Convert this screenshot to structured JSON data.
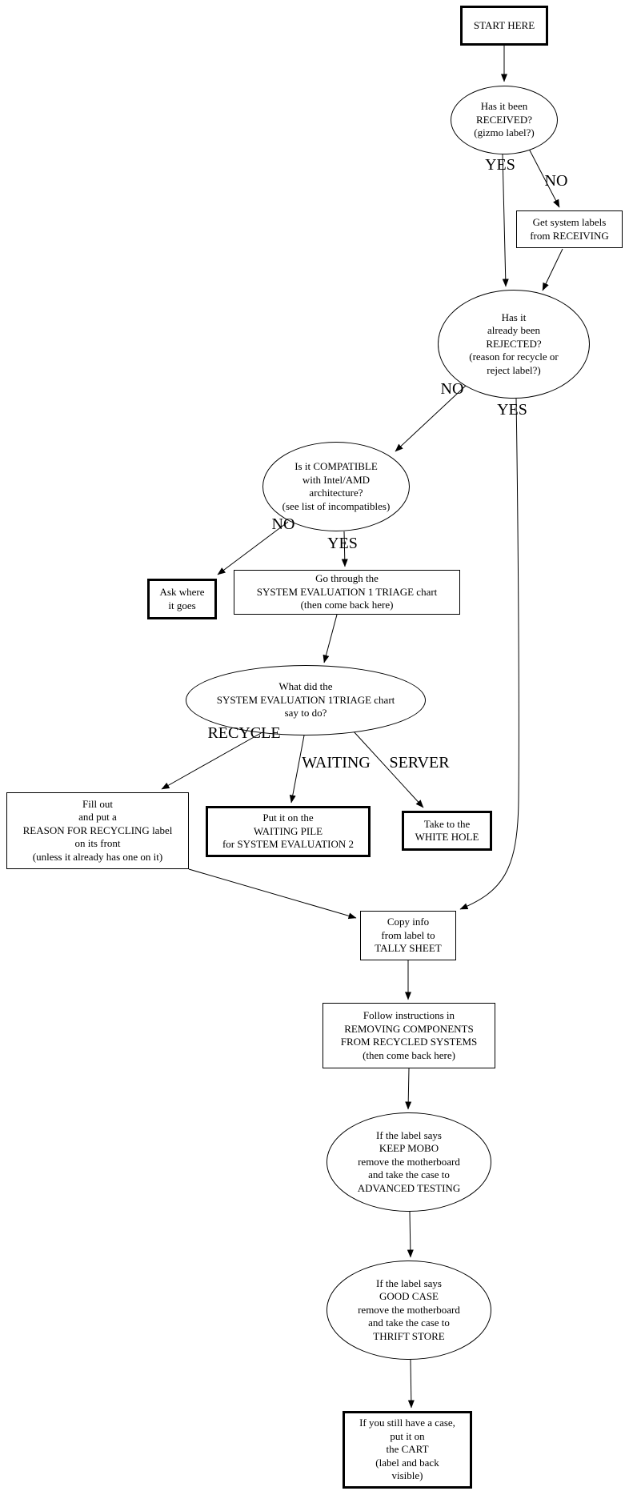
{
  "canvas": {
    "background": "#ffffff",
    "ink": "#000000"
  },
  "nodes": {
    "start": {
      "lines": [
        "START HERE"
      ]
    },
    "received": {
      "lines": [
        "Has it been",
        "RECEIVED?",
        "(gizmo label?)"
      ]
    },
    "get_labels": {
      "lines": [
        "Get system labels",
        "from RECEIVING"
      ]
    },
    "rejected": {
      "lines": [
        "Has it",
        "already been",
        "REJECTED?",
        "(reason for recycle or",
        "reject label?)"
      ]
    },
    "compatible": {
      "lines": [
        "Is it COMPATIBLE",
        "with Intel/AMD",
        "architecture?",
        "(see list of incompatibles)"
      ]
    },
    "ask_where": {
      "lines": [
        "Ask where",
        "it goes"
      ]
    },
    "go_through": {
      "lines": [
        "Go through the",
        "SYSTEM EVALUATION 1 TRIAGE chart",
        "(then come back here)"
      ]
    },
    "what_did": {
      "lines": [
        "What did the",
        "SYSTEM EVALUATION 1TRIAGE chart",
        "say to do?"
      ]
    },
    "fill_out": {
      "lines": [
        "Fill out",
        "and put a",
        "REASON FOR RECYCLING label",
        "on its front",
        "(unless it already has one on it)"
      ]
    },
    "waiting_pile": {
      "lines": [
        "Put it on the",
        "WAITING PILE",
        "for SYSTEM EVALUATION 2"
      ]
    },
    "white_hole": {
      "lines": [
        "Take to the",
        "WHITE HOLE"
      ]
    },
    "copy_info": {
      "lines": [
        "Copy info",
        "from label to",
        "TALLY SHEET"
      ]
    },
    "follow_instructions": {
      "lines": [
        "Follow instructions in",
        "REMOVING COMPONENTS",
        "FROM RECYCLED SYSTEMS",
        "(then come back here)"
      ]
    },
    "keep_mobo": {
      "lines": [
        "If the label says",
        "KEEP MOBO",
        "remove the motherboard",
        "and take the case to",
        "ADVANCED TESTING"
      ]
    },
    "good_case": {
      "lines": [
        "If the label says",
        "GOOD CASE",
        "remove the motherboard",
        "and take the case to",
        "THRIFT STORE"
      ]
    },
    "cart": {
      "lines": [
        "If you still have a case,",
        "put it on",
        "the CART",
        "(label and back",
        "visible)"
      ]
    }
  },
  "edge_labels": {
    "received_yes": "YES",
    "received_no": "NO",
    "rejected_no": "NO",
    "rejected_yes": "YES",
    "compatible_no": "NO",
    "compatible_yes": "YES",
    "triage_recycle": "RECYCLE",
    "triage_waiting": "WAITING",
    "triage_server": "SERVER"
  }
}
